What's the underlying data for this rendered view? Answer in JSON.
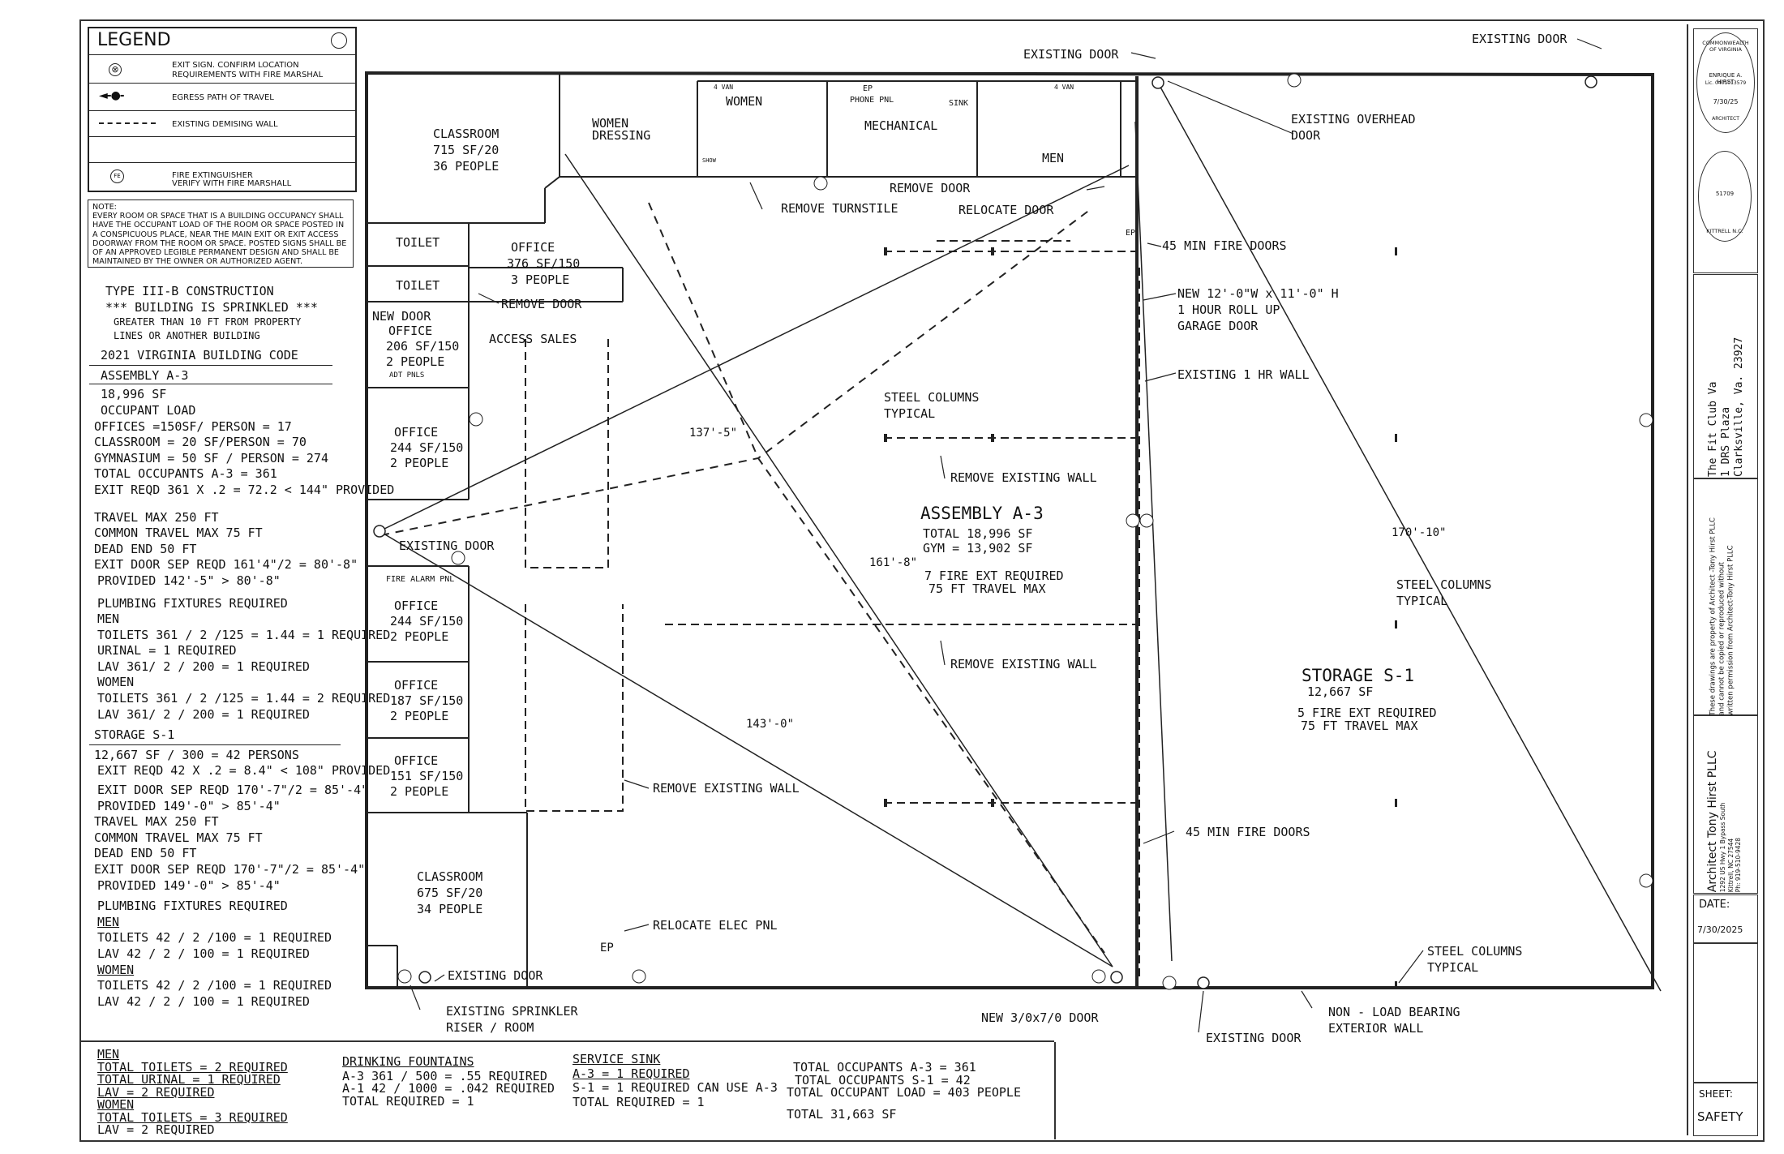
{
  "legend": {
    "title": "LEGEND",
    "items": [
      {
        "icon": "exit-sign-icon",
        "text1": "EXIT SIGN. CONFIRM LOCATION",
        "text2": "REQUIREMENTS WITH FIRE MARSHAL"
      },
      {
        "icon": "egress-arrow-icon",
        "text1": "EGRESS PATH OF TRAVEL",
        "text2": ""
      },
      {
        "icon": "demising-wall-icon",
        "text1": "EXISTING DEMISING WALL",
        "text2": ""
      },
      {
        "icon": "",
        "text1": "",
        "text2": ""
      },
      {
        "icon": "fire-extinguisher-icon",
        "text1": "FIRE EXTINGUISHER",
        "text2": "VERIFY WITH FIRE MARSHALL"
      }
    ],
    "fe_symbol": "FE"
  },
  "note": {
    "heading": "NOTE:",
    "body": "EVERY ROOM OR SPACE THAT IS A BUILDING OCCUPANCY SHALL HAVE THE OCCUPANT LOAD OF THE ROOM OR SPACE POSTED IN A CONSPICUOUS PLACE, NEAR THE MAIN EXIT OR EXIT ACCESS DOORWAY FROM THE ROOM OR SPACE. POSTED SIGNS SHALL BE OF AN APPROVED LEGIBLE PERMANENT DESIGN AND SHALL BE MAINTAINED BY THE OWNER OR AUTHORIZED AGENT."
  },
  "code_notes": {
    "construction": "TYPE III-B CONSTRUCTION",
    "sprinkled": "*** BUILDING IS SPRINKLED ***",
    "setback1": "GREATER THAN 10 FT FROM PROPERTY",
    "setback2": "LINES OR ANOTHER BUILDING",
    "code": "2021 VIRGINIA BUILDING CODE",
    "assembly_heading": "ASSEMBLY A-3",
    "a3": [
      "18,996 SF",
      "OCCUPANT LOAD",
      "OFFICES =150SF/ PERSON = 17",
      "CLASSROOM = 20 SF/PERSON = 70",
      "GYMNASIUM = 50 SF / PERSON = 274",
      "TOTAL OCCUPANTS A-3 = 361",
      "EXIT REQD 361 X .2 = 72.2 < 144\" PROVIDED"
    ],
    "travel": [
      "TRAVEL MAX 250 FT",
      "COMMON TRAVEL MAX  75 FT",
      "DEAD END 50 FT",
      "EXIT DOOR SEP REQD 161'4\"/2 = 80'-8\"",
      "PROVIDED 142'-5\" > 80'-8\""
    ],
    "plumbing": [
      "PLUMBING FIXTURES REQUIRED",
      "MEN",
      "TOILETS 361 / 2 /125 = 1.44 = 1 REQUIRED",
      "URINAL = 1 REQUIRED",
      "LAV 361/ 2 / 200 = 1 REQUIRED",
      "WOMEN",
      "TOILETS 361 / 2 /125 = 1.44 = 2 REQUIRED",
      "LAV 361/ 2 / 200 = 1 REQUIRED"
    ],
    "storage_heading": "STORAGE S-1",
    "storage": [
      "12,667 SF / 300 = 42 PERSONS",
      "EXIT REQD 42 X .2 = 8.4\" < 108\" PROVIDED",
      "EXIT DOOR SEP REQD 170'-7\"/2 = 85'-4\"",
      "PROVIDED 149'-0\" > 85'-4\"",
      "TRAVEL MAX 250 FT",
      "COMMON TRAVEL MAX  75 FT",
      "DEAD END 50 FT",
      "EXIT DOOR SEP REQD 170'-7\"/2 = 85'-4\"",
      "PROVIDED 149'-0\" > 85'-4\""
    ],
    "plumbing2": [
      "PLUMBING FIXTURES REQUIRED",
      "MEN",
      "TOILETS 42 / 2 /100 = 1 REQUIRED",
      "LAV 42 / 2 / 100 = 1 REQUIRED",
      "WOMEN",
      "TOILETS 42 / 2 /100 = 1 REQUIRED",
      "LAV 42 / 2 / 100 = 1 REQUIRED"
    ]
  },
  "bottom": {
    "men": [
      "MEN",
      "TOTAL TOILETS = 2 REQUIRED",
      "TOTAL URINAL = 1 REQUIRED",
      "LAV = 2 REQUIRED",
      "WOMEN",
      "TOTAL TOILETS = 3 REQUIRED",
      "LAV = 2 REQUIRED"
    ],
    "fountains": [
      "DRINKING FOUNTAINS",
      "A-3 361 / 500 = .55 REQUIRED",
      "A-1 42 / 1000 = .042 REQUIRED",
      "TOTAL REQUIRED = 1"
    ],
    "sink": [
      "SERVICE SINK",
      "A-3 = 1 REQUIRED",
      "S-1 = 1 REQUIRED CAN USE A-3",
      "TOTAL REQUIRED = 1"
    ],
    "totals": [
      "TOTAL OCCUPANTS A-3 = 361",
      "TOTAL OCCUPANTS S-1 =  42",
      "TOTAL OCCUPANT LOAD = 403 PEOPLE",
      "TOTAL 31,663 SF"
    ]
  },
  "rooms": {
    "classroom1": [
      "CLASSROOM",
      "715 SF/20",
      "36 PEOPLE"
    ],
    "women_dressing": [
      "WOMEN",
      "DRESSING"
    ],
    "women": "WOMEN",
    "mechanical": "MECHANICAL",
    "men": "MEN",
    "toilet1": "TOILET",
    "toilet2": "TOILET",
    "office1": [
      "OFFICE",
      "376 SF/150",
      "3 PEOPLE"
    ],
    "new_door": "NEW DOOR",
    "office2": [
      "OFFICE",
      "206 SF/150",
      "2 PEOPLE"
    ],
    "adt": "ADT PNLS",
    "access_sales": "ACCESS SALES",
    "office3": [
      "OFFICE",
      "244 SF/150",
      "2 PEOPLE"
    ],
    "fire_alarm": "FIRE ALARM PNL",
    "office4": [
      "OFFICE",
      "244 SF/150",
      "2 PEOPLE"
    ],
    "office5": [
      "OFFICE",
      "187 SF/150",
      "2 PEOPLE"
    ],
    "office6": [
      "OFFICE",
      "151 SF/150",
      "2 PEOPLE"
    ],
    "classroom2": [
      "CLASSROOM",
      "675 SF/20",
      "34 PEOPLE"
    ],
    "assembly": [
      "ASSEMBLY A-3",
      "TOTAL 18,996 SF",
      "GYM = 13,902 SF",
      "7 FIRE EXT REQUIRED",
      "75 FT TRAVEL MAX"
    ],
    "storage": [
      "STORAGE S-1",
      "12,667 SF",
      "5 FIRE EXT REQUIRED",
      "75 FT TRAVEL MAX"
    ],
    "van1": "4 VAN",
    "van2": "4 VAN",
    "ep1": "EP",
    "ep2": "EP",
    "ep3": "EP",
    "phone": "PHONE PNL",
    "sink": "SINK",
    "show": "SHOW"
  },
  "callouts": {
    "existing_door_top": "EXISTING DOOR",
    "existing_door_topright": "EXISTING DOOR",
    "overhead1": "EXISTING OVERHEAD",
    "overhead2": "DOOR",
    "remove_door_top": "REMOVE DOOR",
    "remove_turnstile": "REMOVE TURNSTILE",
    "relocate_door": "RELOCATE DOOR",
    "fire_doors1": "45 MIN FIRE DOORS",
    "garage1": "NEW 12'-0\"W x 11'-0\" H",
    "garage2": "1 HOUR ROLL UP",
    "garage3": "GARAGE DOOR",
    "existing_wall": "EXISTING 1 HR WALL",
    "steel1a": "STEEL COLUMNS",
    "steel1b": "TYPICAL",
    "remove_wall1": "REMOVE EXISTING WALL",
    "remove_door_left": "REMOVE DOOR",
    "existing_door_left": "EXISTING DOOR",
    "remove_wall2": "REMOVE EXISTING WALL",
    "remove_wall3": "REMOVE EXISTING WALL",
    "steel2a": "STEEL COLUMNS",
    "steel2b": "TYPICAL",
    "fire_doors2": "45 MIN FIRE DOORS",
    "relocate_elec": "RELOCATE ELEC PNL",
    "steel3a": "STEEL COLUMNS",
    "steel3b": "TYPICAL",
    "existing_door_bottom": "EXISTING DOOR",
    "sprinkler1": "EXISTING SPRINKLER",
    "sprinkler2": "RISER / ROOM",
    "new_door_bottom": "NEW 3/0x7/0 DOOR",
    "existing_door_bottom2": "EXISTING DOOR",
    "nonload1": "NON - LOAD BEARING",
    "nonload2": "EXTERIOR  WALL",
    "dim1": "137'-5\"",
    "dim2": "161'-8\"",
    "dim3": "143'-0\"",
    "dim4": "170'-10\""
  },
  "title_block": {
    "seal_line1": "COMMONWEALTH OF VIRGINIA",
    "seal_name": "ENRIQUE A. HIRST",
    "seal_lic": "Lic. 0401013579",
    "seal_date": "7/30/25",
    "seal_role": "ARCHITECT",
    "seal2_num": "51709",
    "seal2_city": "KITTRELL N.C.",
    "project1": "The Fit Club Va",
    "project2": "1 DRS Plaza",
    "project3": "Clarksville, Va. 23927",
    "rights1": "These drawings are property of Architect -Tony Hirst PLLC",
    "rights2": "and cannot be copied or reproduced without",
    "rights3": "written permission from Architect-Tony Hirst PLLC",
    "firm1": "Architect Tony Hirst PLLC",
    "firm2": "1292 US Hwy 1 Bypass South",
    "firm3": "Kittrell, NC 27544",
    "firm4": "Ph: 919-510-9428",
    "date_label": "DATE:",
    "date": "7/30/2025",
    "sheet_label": "SHEET:",
    "sheet": "SAFETY"
  }
}
